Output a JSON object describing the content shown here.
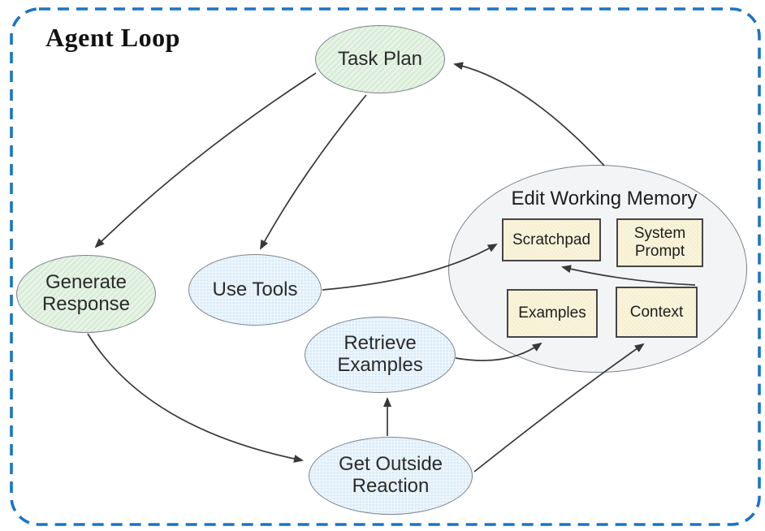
{
  "title": "Agent Loop",
  "colors": {
    "frame": "#1b74c5",
    "green": "#e7f4e6",
    "blue": "#daecf9",
    "gray-ellipse": "#f2f4f6",
    "tan": "#f6efcf",
    "arrow": "#383838",
    "node-border": "#7d838a",
    "box-border": "#454545",
    "text": "#2b2b2b"
  },
  "nodes": {
    "task_plan": {
      "label": "Task Plan"
    },
    "generate_response": {
      "label": "Generate Response"
    },
    "use_tools": {
      "label": "Use Tools"
    },
    "retrieve_examples": {
      "label": "Retrieve Examples"
    },
    "get_outside_reaction": {
      "label": "Get Outside Reaction"
    }
  },
  "memory": {
    "title": "Edit Working Memory",
    "boxes": {
      "scratchpad": {
        "label": "Scratchpad"
      },
      "system_prompt": {
        "label": "System Prompt"
      },
      "examples": {
        "label": "Examples"
      },
      "context": {
        "label": "Context"
      }
    }
  },
  "edges": [
    {
      "from": "task-plan",
      "to": "generate-response"
    },
    {
      "from": "task-plan",
      "to": "use-tools"
    },
    {
      "from": "generate-response",
      "to": "get-outside-reaction"
    },
    {
      "from": "get-outside-reaction",
      "to": "retrieve-examples"
    },
    {
      "from": "get-outside-reaction",
      "to": "context"
    },
    {
      "from": "retrieve-examples",
      "to": "examples"
    },
    {
      "from": "use-tools",
      "to": "scratchpad"
    },
    {
      "from": "context",
      "to": "scratchpad"
    },
    {
      "from": "edit-working-memory",
      "to": "task-plan"
    }
  ]
}
